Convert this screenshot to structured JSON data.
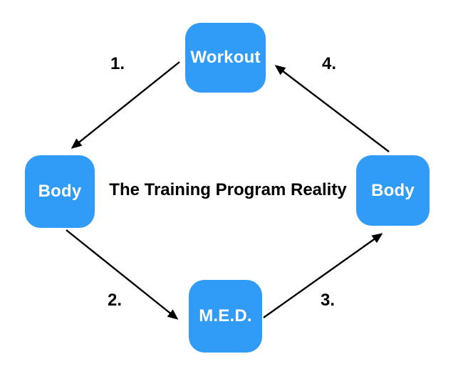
{
  "title": "The Training Program Reality",
  "colors": {
    "node_fill": "#319CF7",
    "node_text": "#ffffff",
    "arrow": "#000000",
    "title_text": "#000000",
    "background": "#ffffff"
  },
  "nodes": [
    {
      "id": "workout",
      "label": "Workout"
    },
    {
      "id": "body-left",
      "label": "Body"
    },
    {
      "id": "med",
      "label": "M.E.D."
    },
    {
      "id": "body-right",
      "label": "Body"
    }
  ],
  "steps": [
    {
      "label": "1.",
      "from": "workout",
      "to": "body-left"
    },
    {
      "label": "2.",
      "from": "body-left",
      "to": "med"
    },
    {
      "label": "3.",
      "from": "med",
      "to": "body-right"
    },
    {
      "label": "4.",
      "from": "body-right",
      "to": "workout"
    }
  ]
}
